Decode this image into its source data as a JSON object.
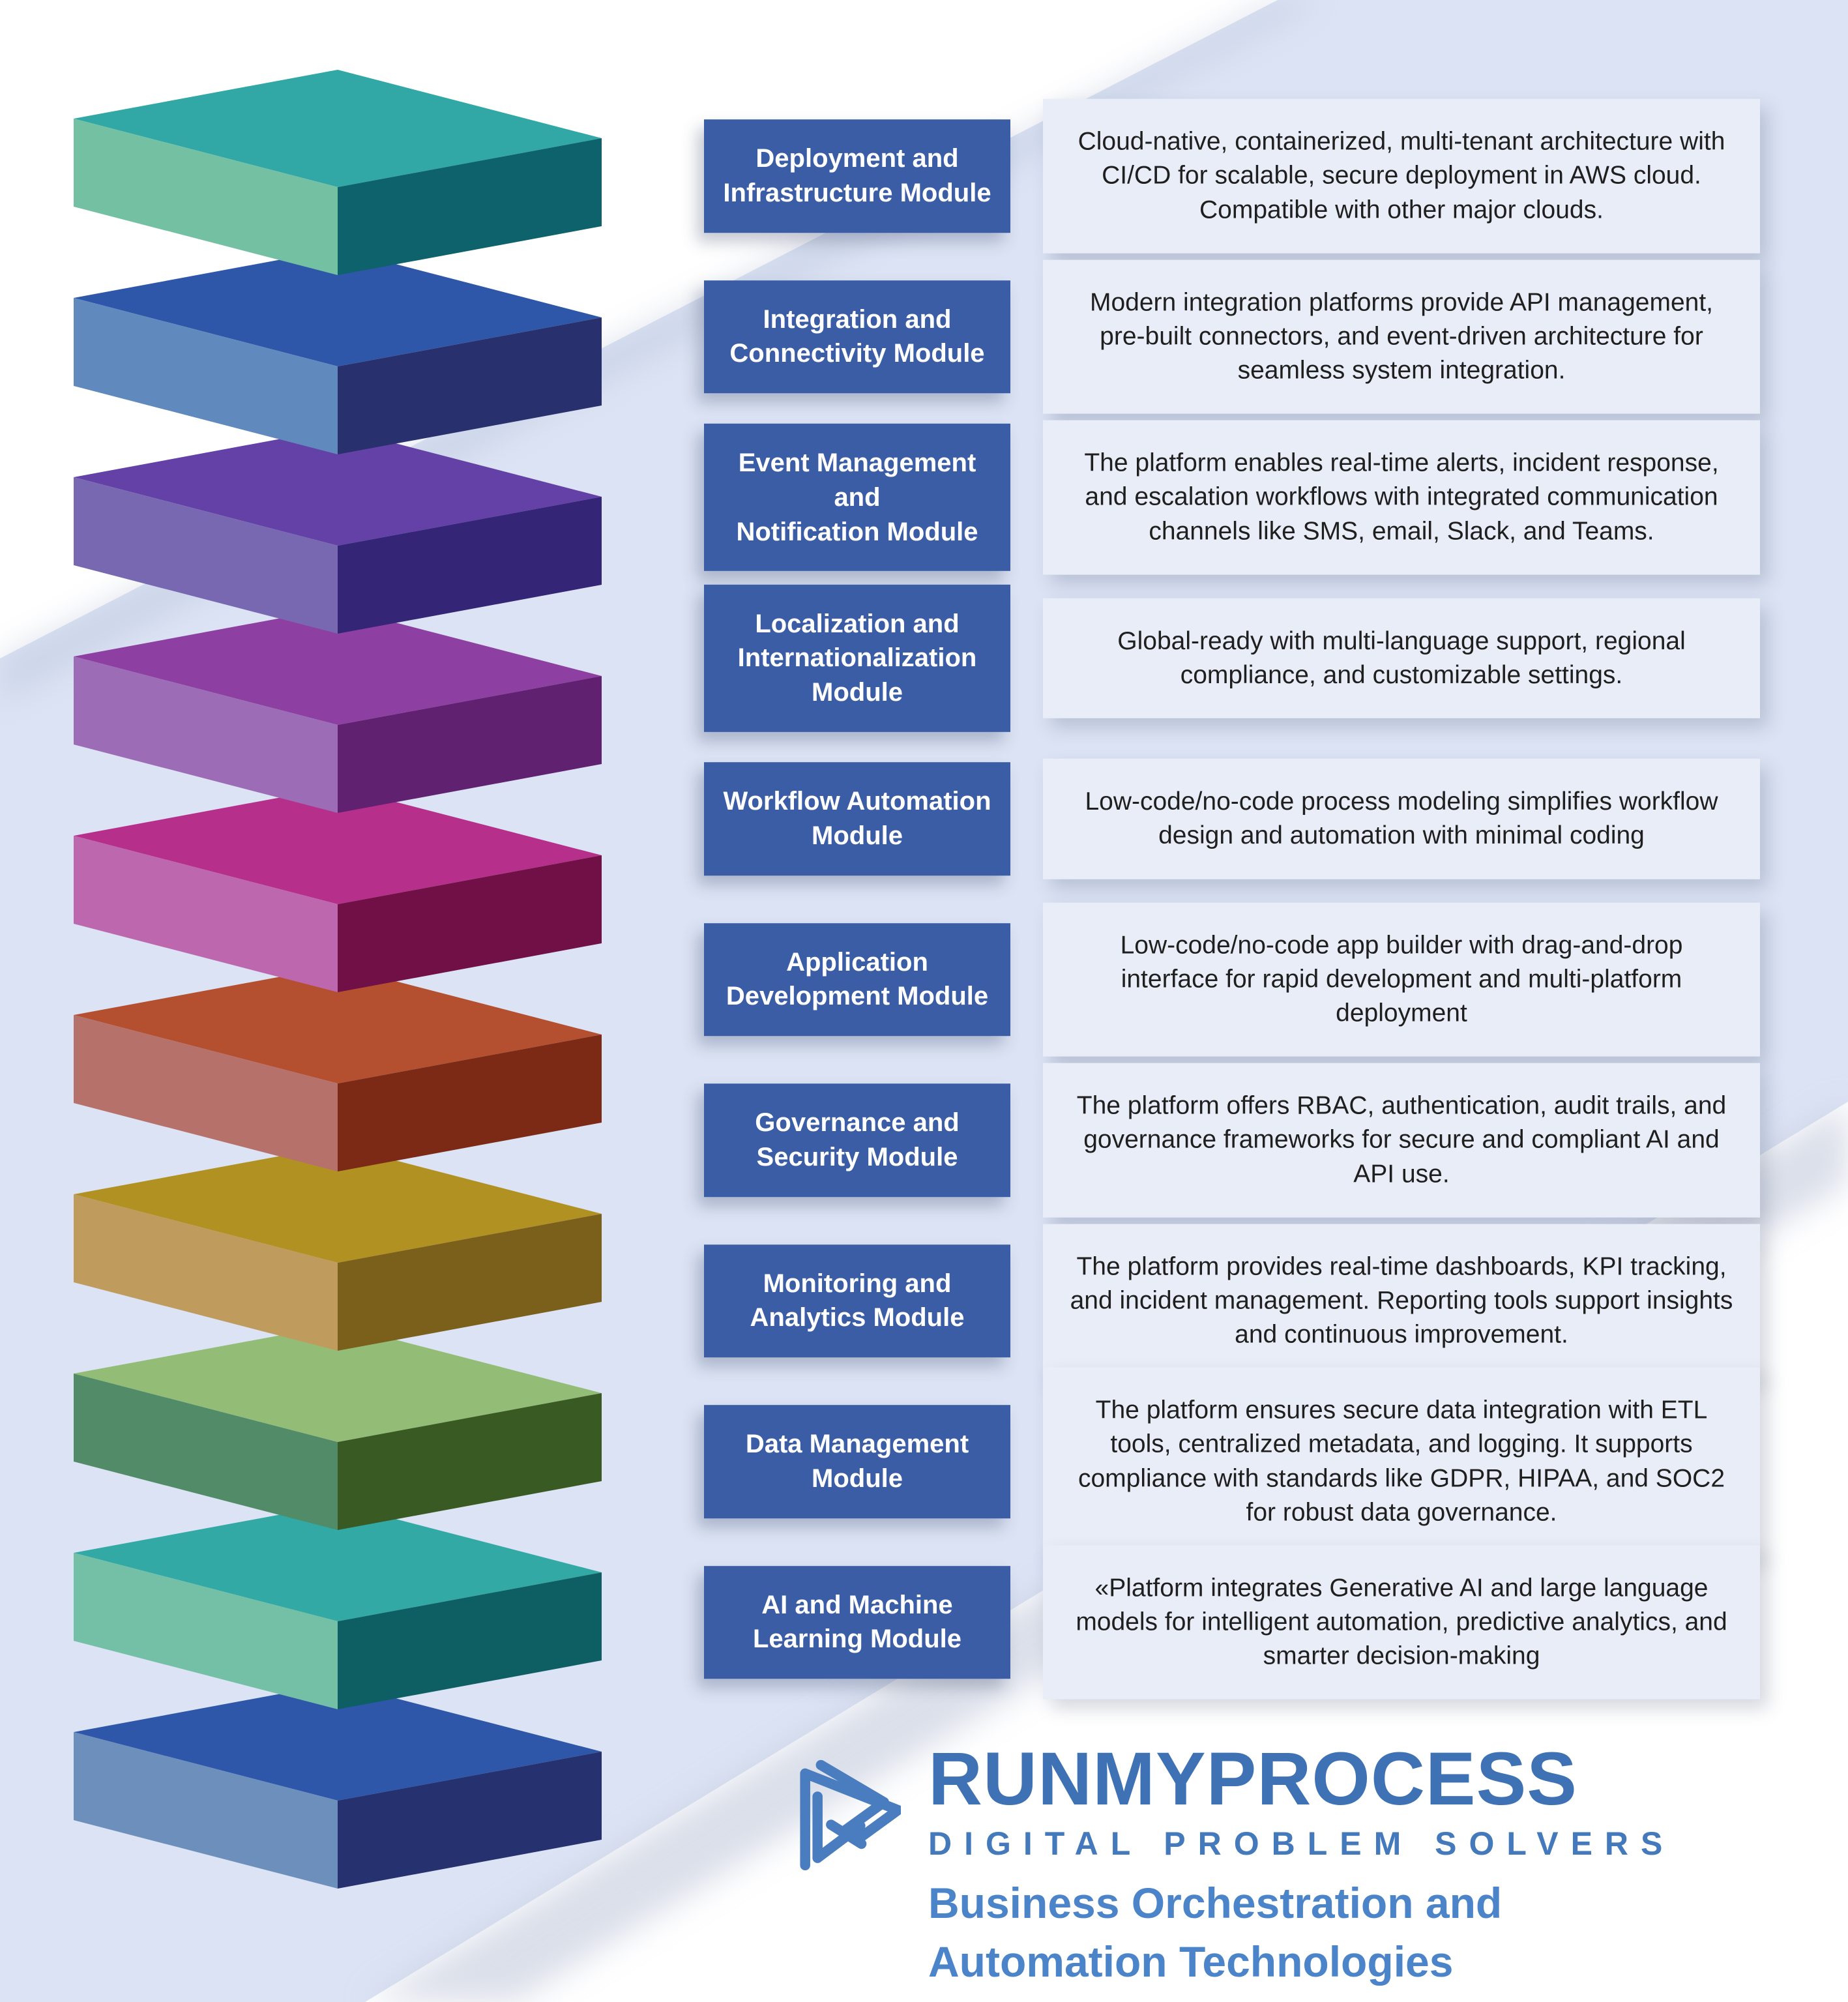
{
  "colors": {
    "page_white": "#ffffff",
    "panel_lavender": "#dbe3f4",
    "label_box_bg": "#3a5da6",
    "label_text": "#ffffff",
    "desc_box_bg": "#e9edf7",
    "desc_text": "#1f1f1f",
    "brand_blue": "#3f72b5",
    "tagline_blue": "#4479bb",
    "subtitle_blue": "#4b84c8",
    "logo_icon_blue": "#4a7cc0"
  },
  "modules": [
    {
      "label": "Deployment and\nInfrastructure Module",
      "description": "Cloud-native, containerized, multi-tenant architecture with CI/CD for scalable, secure deployment in AWS cloud. Compatible with other major clouds.",
      "block_colors": {
        "top": "#31a8a6",
        "left": "#74c0a3",
        "right": "#0d626c"
      }
    },
    {
      "label": "Integration and\nConnectivity Module",
      "description": "Modern integration platforms provide API management, pre-built connectors, and event-driven architecture for seamless system integration.",
      "block_colors": {
        "top": "#2e56a9",
        "left": "#608abd",
        "right": "#28306e"
      }
    },
    {
      "label": "Event Management and\nNotification Module",
      "description": "The platform enables real-time alerts, incident response, and escalation workflows with integrated communication channels like SMS, email, Slack, and Teams.",
      "block_colors": {
        "top": "#6441a6",
        "left": "#7867b1",
        "right": "#342577"
      }
    },
    {
      "label": "Localization and\nInternationalization\nModule",
      "description": "Global-ready with multi-language support, regional compliance, and customizable settings.",
      "block_colors": {
        "top": "#8d3fa2",
        "left": "#9d6cb6",
        "right": "#5f2170"
      }
    },
    {
      "label": "Workflow Automation\nModule",
      "description": "Low-code/no-code process modeling simplifies workflow design and automation with minimal coding",
      "block_colors": {
        "top": "#b62f8b",
        "left": "#bd68ae",
        "right": "#701047"
      }
    },
    {
      "label": "Application\nDevelopment Module",
      "description": "Low-code/no-code app builder with drag-and-drop interface for rapid development and multi-platform deployment",
      "block_colors": {
        "top": "#b44f30",
        "left": "#b7716b",
        "right": "#7c2a15"
      }
    },
    {
      "label": "Governance and\nSecurity Module",
      "description": "The platform offers RBAC, authentication, audit trails, and governance frameworks for secure and compliant AI and API use.",
      "block_colors": {
        "top": "#b19122",
        "left": "#bf9b5e",
        "right": "#7a601b"
      }
    },
    {
      "label": "Monitoring and\nAnalytics Module",
      "description": "The platform provides real-time dashboards, KPI tracking, and incident management. Reporting tools support insights and continuous improvement.",
      "block_colors": {
        "top": "#93bd76",
        "left": "#518b67",
        "right": "#3a5a23"
      }
    },
    {
      "label": "Data Management\nModule",
      "description": "The platform ensures secure data integration with ETL tools, centralized metadata, and logging. It supports compliance with standards like GDPR, HIPAA, and SOC2 for robust data governance.",
      "block_colors": {
        "top": "#32a9a4",
        "left": "#74c0a6",
        "right": "#0e5f63"
      }
    },
    {
      "label": "AI and Machine\nLearning Module",
      "description": "«Platform integrates Generative AI and large language models for intelligent automation, predictive analytics, and smarter decision-making",
      "block_colors": {
        "top": "#2e56a9",
        "left": "#6c8fbc",
        "right": "#263170"
      }
    }
  ],
  "logo": {
    "brand": "RUNMYPROCESS",
    "tagline": "DIGITAL PROBLEM SOLVERS",
    "subtitle": "Business Orchestration and\nAutomation Technologies"
  }
}
